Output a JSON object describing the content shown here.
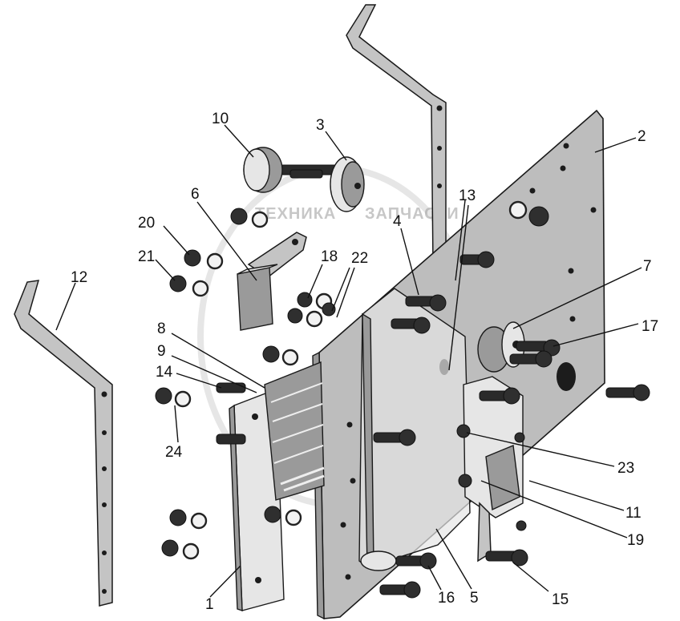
{
  "watermark": {
    "left_word": "ТЕХНИКА",
    "right_word": "ЗАПЧАСТИ"
  },
  "callouts": [
    {
      "id": "c1",
      "label": "1"
    },
    {
      "id": "c2",
      "label": "2"
    },
    {
      "id": "c3",
      "label": "3"
    },
    {
      "id": "c4",
      "label": "4"
    },
    {
      "id": "c5",
      "label": "5"
    },
    {
      "id": "c6",
      "label": "6"
    },
    {
      "id": "c7",
      "label": "7"
    },
    {
      "id": "c8",
      "label": "8"
    },
    {
      "id": "c9",
      "label": "9"
    },
    {
      "id": "c10",
      "label": "10"
    },
    {
      "id": "c11",
      "label": "11"
    },
    {
      "id": "c12",
      "label": "12"
    },
    {
      "id": "c13",
      "label": "13"
    },
    {
      "id": "c14",
      "label": "14"
    },
    {
      "id": "c15",
      "label": "15"
    },
    {
      "id": "c16",
      "label": "16"
    },
    {
      "id": "c17",
      "label": "17"
    },
    {
      "id": "c18",
      "label": "18"
    },
    {
      "id": "c19",
      "label": "19"
    },
    {
      "id": "c20",
      "label": "20"
    },
    {
      "id": "c21",
      "label": "21"
    },
    {
      "id": "c22",
      "label": "22"
    },
    {
      "id": "c23",
      "label": "23"
    },
    {
      "id": "c24",
      "label": "24"
    }
  ]
}
